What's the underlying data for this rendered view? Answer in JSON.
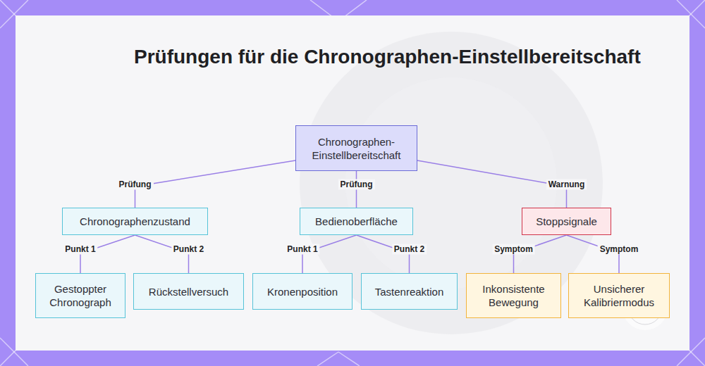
{
  "diagram": {
    "title": "Prüfungen für die Chronographen-Einstellbereitschaft",
    "nodes": [
      {
        "text": [
          "Chronographen- Einstellbereitschaft"
        ]
      },
      {
        "text": [
          "Chronographenzustand"
        ]
      },
      {
        "text": [
          "Bedienoberfläche"
        ]
      },
      {
        "text": [
          "Stoppsignale"
        ]
      },
      {
        "text": [
          "Gestoppter Chronograph"
        ]
      },
      {
        "text": [
          "Rückstellversuch"
        ]
      },
      {
        "text": [
          "Kronenposition"
        ]
      },
      {
        "text": [
          "Tastenreaktion"
        ]
      },
      {
        "text": [
          "Inkonsistente Bewegung"
        ]
      },
      {
        "text": [
          "Unsicherer Kalibriermodus"
        ]
      }
    ],
    "edges": [
      {
        "from": 0,
        "to": 1,
        "label": "Prüfung",
        "arrow": "none"
      },
      {
        "from": 0,
        "to": 2,
        "label": "Prüfung",
        "arrow": "none"
      },
      {
        "from": 0,
        "to": 3,
        "label": "Warnung",
        "arrow": "none"
      },
      {
        "from": 1,
        "to": 4,
        "label": "Punkt 1",
        "arrow": "none"
      },
      {
        "from": 1,
        "to": 5,
        "label": "Punkt 2",
        "arrow": "none"
      },
      {
        "from": 2,
        "to": 6,
        "label": "Punkt 1",
        "arrow": "none"
      },
      {
        "from": 2,
        "to": 7,
        "label": "Punkt 2",
        "arrow": "none"
      },
      {
        "from": 3,
        "to": 8,
        "label": "Symptom",
        "arrow": "none"
      },
      {
        "from": 3,
        "to": 9,
        "label": "Symptom",
        "arrow": "none"
      }
    ]
  }
}
